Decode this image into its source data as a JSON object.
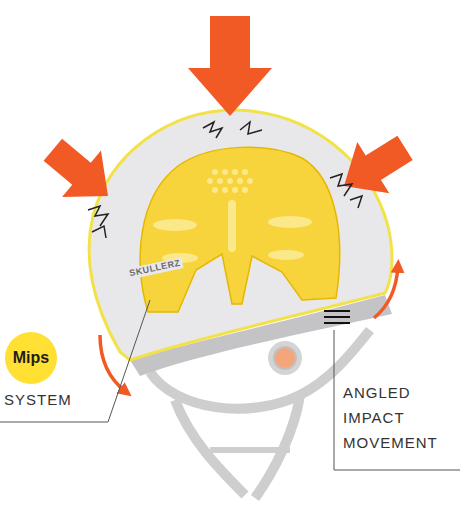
{
  "diagram": {
    "nodes": [
      {
        "text": [
          "Mips",
          "SYSTEM"
        ]
      }
    ],
    "labels": [
      "ANGLED IMPACT MOVEMENT",
      "SKULLERZ"
    ]
  }
}
